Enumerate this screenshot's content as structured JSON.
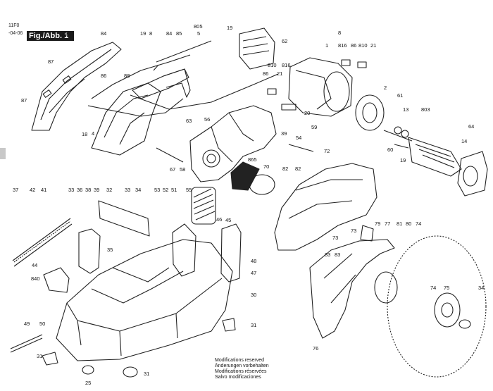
{
  "header": {
    "ref_top": "11F0",
    "ref_bottom": "-04-06",
    "figure_label": "Fig./Abb. 1"
  },
  "footer_note": [
    "Modifications reserved",
    "Änderungen vorbehalten",
    "Modifications réservées",
    "Salvo modificaciones"
  ],
  "labels": {
    "l87a": "87",
    "l84a": "84",
    "l87b": "87",
    "l86": "86",
    "l88": "88",
    "l87c": "87",
    "l18": "18",
    "l4": "4",
    "l19a": "19",
    "l8a": "8",
    "l84b": "84",
    "l85": "85",
    "l805": "805",
    "l5": "5",
    "l19b": "19",
    "l62": "62",
    "l8b": "8",
    "l1": "1",
    "l816a": "816",
    "l86b": "86",
    "l810a": "810",
    "l21a": "21",
    "l810b": "810",
    "l86c": "86",
    "l21b": "21",
    "l816b": "816",
    "l20": "20",
    "l59": "59",
    "l2": "2",
    "l61": "61",
    "l13": "13",
    "l803": "803",
    "l64": "64",
    "l14": "14",
    "l60a": "60",
    "l19c": "19",
    "l63": "63",
    "l56": "56",
    "l39a": "39",
    "l54": "54",
    "l72": "72",
    "l67": "67",
    "l58": "58",
    "l865": "865",
    "l70": "70",
    "l82a": "82",
    "l82b": "82",
    "l37": "37",
    "l42": "42",
    "l41": "41",
    "l33a": "33",
    "l36": "36",
    "l38": "38",
    "l39b": "39",
    "l32": "32",
    "l33b": "33",
    "l34a": "34",
    "l53": "53",
    "l52": "52",
    "l51": "51",
    "l55": "55",
    "l35": "35",
    "l46": "46",
    "l45": "45",
    "l48": "48",
    "l47": "47",
    "l44": "44",
    "l840": "840",
    "l73a": "73",
    "l73b": "73",
    "l79": "79",
    "l77": "77",
    "l81": "81",
    "l80": "80",
    "l74a": "74",
    "l83a": "83",
    "l83b": "83",
    "l30": "30",
    "l31a": "31",
    "l49": "49",
    "l50": "50",
    "l31b": "31",
    "l25": "25",
    "l31c": "31",
    "l76": "76",
    "l74b": "74",
    "l75": "75",
    "l34b": "34"
  }
}
